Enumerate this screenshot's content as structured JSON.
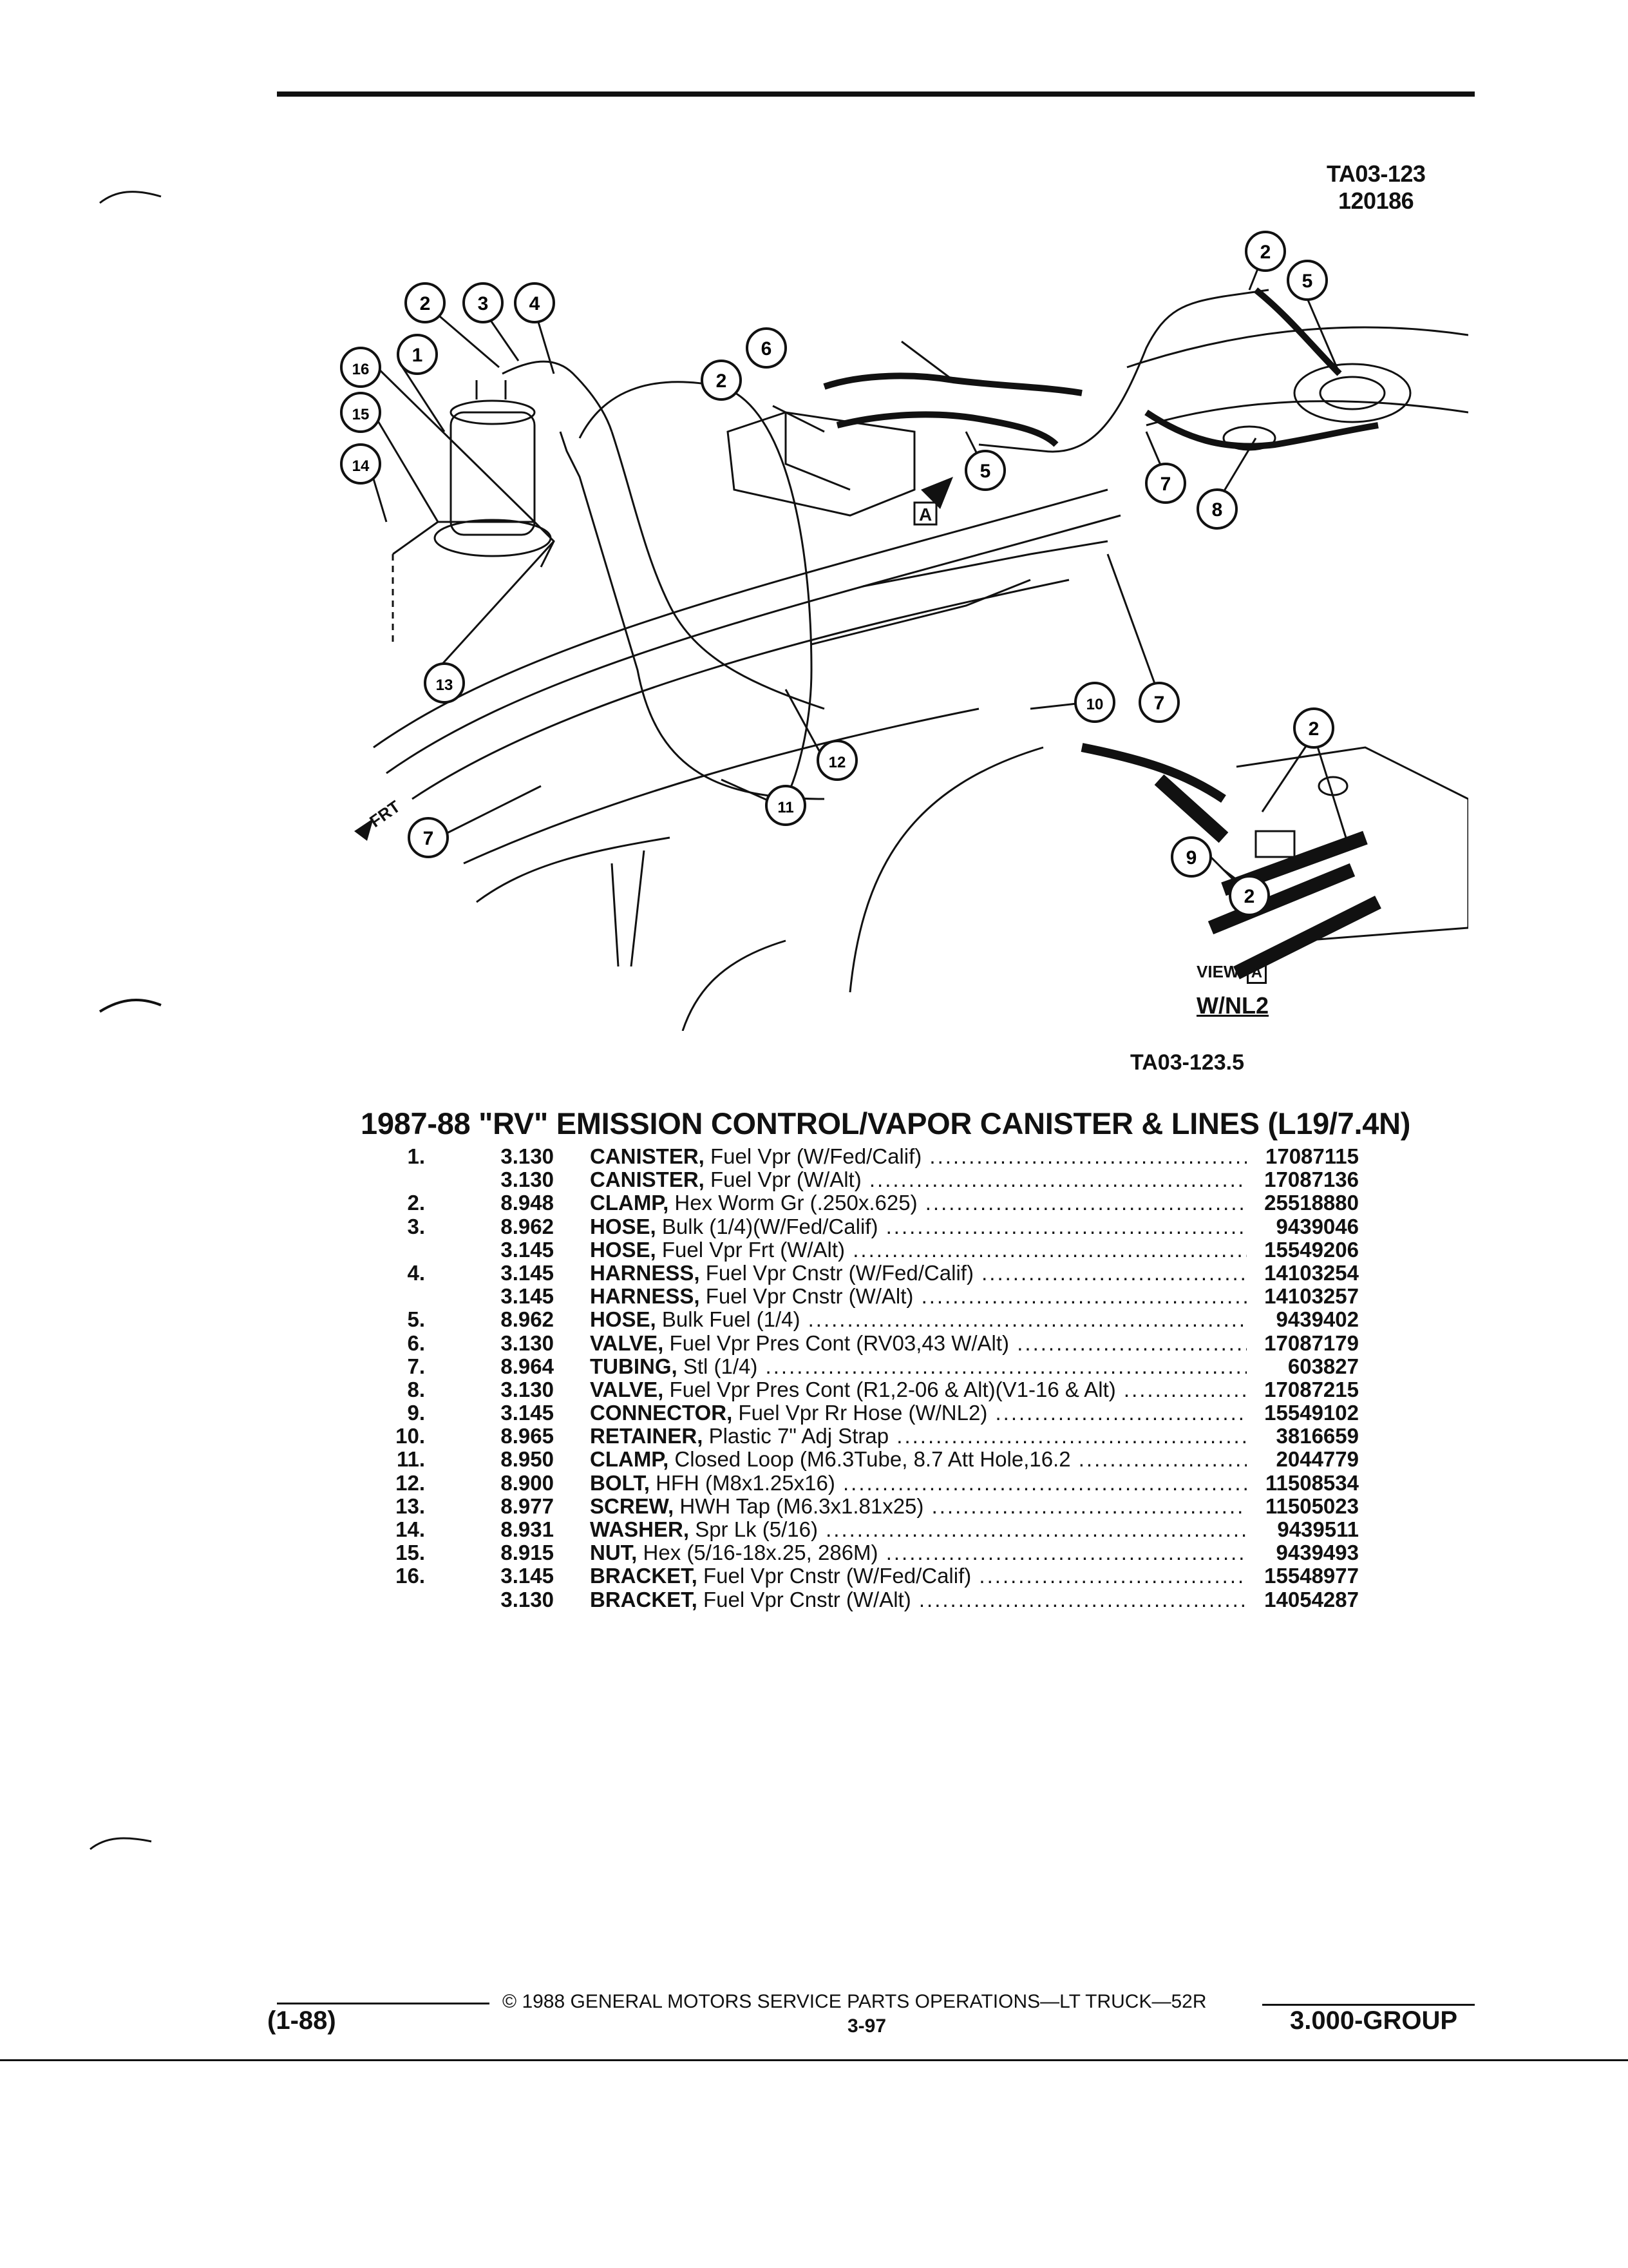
{
  "header": {
    "ref_code": "TA03-123",
    "ref_date": "120186"
  },
  "illustration": {
    "view_label": "VIEW",
    "view_letter": "A",
    "view_variant": "W/NL2",
    "figure_code": "TA03-123.5",
    "frt_label": "FRT",
    "callouts": [
      "1",
      "2",
      "3",
      "4",
      "5",
      "6",
      "7",
      "8",
      "9",
      "10",
      "11",
      "12",
      "13",
      "14",
      "15",
      "16"
    ]
  },
  "section": {
    "title": "1987-88 \"RV\" EMISSION CONTROL/VAPOR CANISTER & LINES (L19/7.4N)"
  },
  "parts": [
    {
      "num": "1.",
      "group": "3.130",
      "name": "CANISTER,",
      "detail": "Fuel Vpr (W/Fed/Calif)",
      "part_no": "17087115"
    },
    {
      "num": "",
      "group": "3.130",
      "name": "CANISTER,",
      "detail": "Fuel Vpr (W/Alt)",
      "part_no": "17087136"
    },
    {
      "num": "2.",
      "group": "8.948",
      "name": "CLAMP,",
      "detail": "Hex Worm Gr (.250x.625)",
      "part_no": "25518880"
    },
    {
      "num": "3.",
      "group": "8.962",
      "name": "HOSE,",
      "detail": "Bulk (1/4)(W/Fed/Calif)",
      "part_no": "9439046"
    },
    {
      "num": "",
      "group": "3.145",
      "name": "HOSE,",
      "detail": "Fuel Vpr Frt (W/Alt)",
      "part_no": "15549206"
    },
    {
      "num": "4.",
      "group": "3.145",
      "name": "HARNESS,",
      "detail": "Fuel Vpr Cnstr (W/Fed/Calif)",
      "part_no": "14103254"
    },
    {
      "num": "",
      "group": "3.145",
      "name": "HARNESS,",
      "detail": "Fuel Vpr Cnstr (W/Alt)",
      "part_no": "14103257"
    },
    {
      "num": "5.",
      "group": "8.962",
      "name": "HOSE,",
      "detail": "Bulk Fuel (1/4)",
      "part_no": "9439402"
    },
    {
      "num": "6.",
      "group": "3.130",
      "name": "VALVE,",
      "detail": "Fuel Vpr Pres Cont (RV03,43 W/Alt)",
      "part_no": "17087179"
    },
    {
      "num": "7.",
      "group": "8.964",
      "name": "TUBING,",
      "detail": "Stl (1/4)",
      "part_no": "603827"
    },
    {
      "num": "8.",
      "group": "3.130",
      "name": "VALVE,",
      "detail": "Fuel Vpr Pres Cont (R1,2-06 & Alt)(V1-16 & Alt)",
      "part_no": "17087215"
    },
    {
      "num": "9.",
      "group": "3.145",
      "name": "CONNECTOR,",
      "detail": "Fuel Vpr Rr Hose (W/NL2)",
      "part_no": "15549102"
    },
    {
      "num": "10.",
      "group": "8.965",
      "name": "RETAINER,",
      "detail": "Plastic 7\" Adj Strap",
      "part_no": "3816659"
    },
    {
      "num": "11.",
      "group": "8.950",
      "name": "CLAMP,",
      "detail": "Closed Loop (M6.3Tube, 8.7 Att Hole,16.2",
      "part_no": "2044779"
    },
    {
      "num": "12.",
      "group": "8.900",
      "name": "BOLT,",
      "detail": "HFH (M8x1.25x16)",
      "part_no": "11508534"
    },
    {
      "num": "13.",
      "group": "8.977",
      "name": "SCREW,",
      "detail": "HWH Tap (M6.3x1.81x25)",
      "part_no": "11505023"
    },
    {
      "num": "14.",
      "group": "8.931",
      "name": "WASHER,",
      "detail": "Spr Lk (5/16)",
      "part_no": "9439511"
    },
    {
      "num": "15.",
      "group": "8.915",
      "name": "NUT,",
      "detail": "Hex (5/16-18x.25, 286M)",
      "part_no": "9439493"
    },
    {
      "num": "16.",
      "group": "3.145",
      "name": "BRACKET,",
      "detail": "Fuel Vpr Cnstr (W/Fed/Calif)",
      "part_no": "15548977"
    },
    {
      "num": "",
      "group": "3.130",
      "name": "BRACKET,",
      "detail": "Fuel Vpr Cnstr (W/Alt)",
      "part_no": "14054287"
    }
  ],
  "footer": {
    "date_code": "(1-88)",
    "copyright": "© 1988 GENERAL MOTORS SERVICE PARTS OPERATIONS—LT TRUCK—52R",
    "page": "3-97",
    "group": "3.000-GROUP"
  }
}
